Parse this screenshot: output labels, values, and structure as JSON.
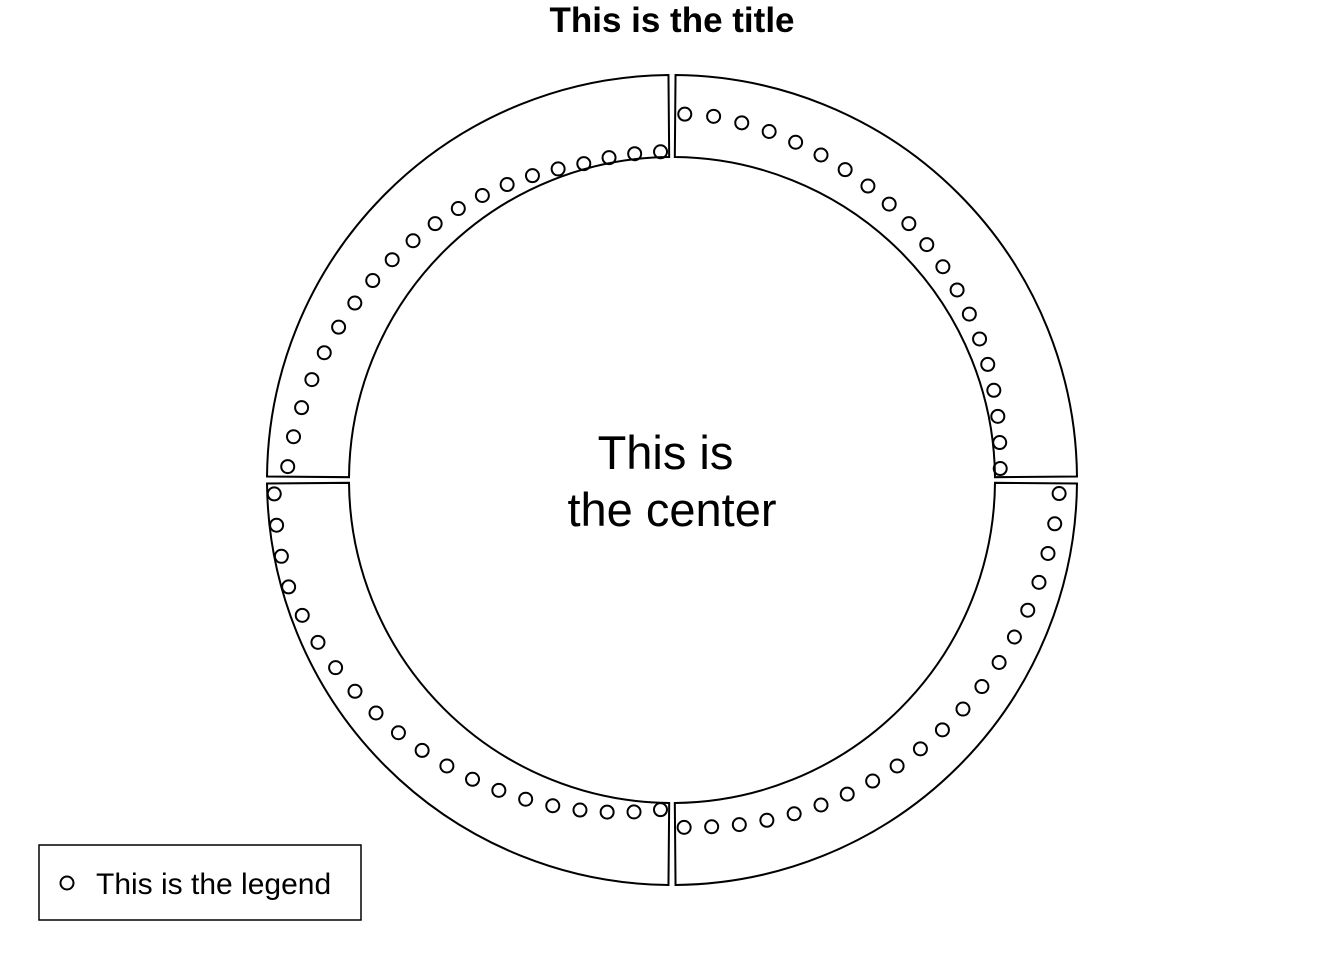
{
  "chart_data": {
    "type": "scatter",
    "title": "This is the title",
    "center_label": [
      "This is",
      "the center"
    ],
    "legend": {
      "label": "This is the legend",
      "marker": "open-circle",
      "position": "bottom-left"
    },
    "sectors": 4,
    "sector_gap_deg": 1,
    "x": [
      0,
      1,
      2,
      3,
      4,
      5,
      6,
      7,
      8,
      9,
      10,
      11,
      12,
      13,
      14,
      15,
      16,
      17,
      18,
      19
    ],
    "series": [
      {
        "values": [
          0.55,
          0.55,
          0.52,
          0.49,
          0.46,
          0.43,
          0.4,
          0.37,
          0.34,
          0.31,
          0.28,
          0.25,
          0.22,
          0.19,
          0.16,
          0.13,
          0.1,
          0.07,
          0.04,
          0.02
        ]
      },
      {
        "values": [
          0.85,
          0.82,
          0.79,
          0.76,
          0.73,
          0.7,
          0.67,
          0.64,
          0.61,
          0.58,
          0.55,
          0.52,
          0.49,
          0.46,
          0.43,
          0.4,
          0.37,
          0.34,
          0.31,
          0.29
        ]
      },
      {
        "values": [
          0.04,
          0.1,
          0.16,
          0.22,
          0.28,
          0.34,
          0.4,
          0.46,
          0.52,
          0.58,
          0.64,
          0.7,
          0.76,
          0.82,
          0.88,
          0.94,
          1.0,
          1.0,
          1.0,
          1.0
        ]
      },
      {
        "values": [
          0.81,
          0.76,
          0.71,
          0.66,
          0.61,
          0.56,
          0.51,
          0.46,
          0.41,
          0.36,
          0.31,
          0.26,
          0.21,
          0.16,
          0.11,
          0.06,
          0.02,
          0.02,
          0.02,
          0.02
        ]
      }
    ]
  }
}
